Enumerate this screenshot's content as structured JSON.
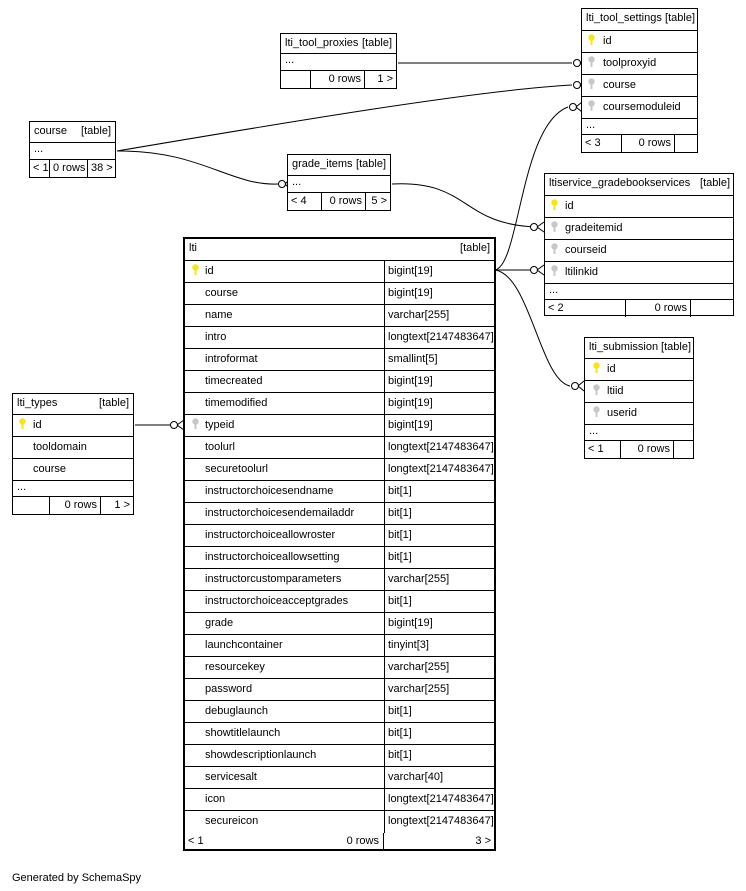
{
  "tables": {
    "lti_tool_proxies": {
      "name": "lti_tool_proxies",
      "type": "[table]",
      "ellipsis": "...",
      "footer": [
        "",
        "0 rows",
        "1 >"
      ]
    },
    "lti_tool_settings": {
      "name": "lti_tool_settings",
      "type": "[table]",
      "columns": [
        "id",
        "toolproxyid",
        "course",
        "coursemoduleid"
      ],
      "ellipsis": "...",
      "footer": [
        "< 3",
        "0 rows",
        ""
      ]
    },
    "course": {
      "name": "course",
      "type": "[table]",
      "ellipsis": "...",
      "footer": [
        "< 1",
        "0 rows",
        "38 >"
      ]
    },
    "grade_items": {
      "name": "grade_items",
      "type": "[table]",
      "ellipsis": "...",
      "footer": [
        "< 4",
        "0 rows",
        "5 >"
      ]
    },
    "ltiservice_gradebookservices": {
      "name": "ltiservice_gradebookservices",
      "type": "[table]",
      "columns": [
        "id",
        "gradeitemid",
        "courseid",
        "ltilinkid"
      ],
      "ellipsis": "...",
      "footer": [
        "< 2",
        "0 rows"
      ]
    },
    "lti_submission": {
      "name": "lti_submission",
      "type": "[table]",
      "columns": [
        "id",
        "ltiid",
        "userid"
      ],
      "ellipsis": "...",
      "footer": [
        "< 1",
        "0 rows",
        ""
      ]
    },
    "lti_types": {
      "name": "lti_types",
      "type": "[table]",
      "columns": [
        "id",
        "tooldomain",
        "course"
      ],
      "ellipsis": "...",
      "footer": [
        "",
        "0 rows",
        "1 >"
      ]
    },
    "lti": {
      "name": "lti",
      "type": "[table]",
      "columns": [
        {
          "name": "id",
          "type": "bigint[19]"
        },
        {
          "name": "course",
          "type": "bigint[19]"
        },
        {
          "name": "name",
          "type": "varchar[255]"
        },
        {
          "name": "intro",
          "type": "longtext[2147483647]"
        },
        {
          "name": "introformat",
          "type": "smallint[5]"
        },
        {
          "name": "timecreated",
          "type": "bigint[19]"
        },
        {
          "name": "timemodified",
          "type": "bigint[19]"
        },
        {
          "name": "typeid",
          "type": "bigint[19]"
        },
        {
          "name": "toolurl",
          "type": "longtext[2147483647]"
        },
        {
          "name": "securetoolurl",
          "type": "longtext[2147483647]"
        },
        {
          "name": "instructorchoicesendname",
          "type": "bit[1]"
        },
        {
          "name": "instructorchoicesendemailaddr",
          "type": "bit[1]"
        },
        {
          "name": "instructorchoiceallowroster",
          "type": "bit[1]"
        },
        {
          "name": "instructorchoiceallowsetting",
          "type": "bit[1]"
        },
        {
          "name": "instructorcustomparameters",
          "type": "varchar[255]"
        },
        {
          "name": "instructorchoiceacceptgrades",
          "type": "bit[1]"
        },
        {
          "name": "grade",
          "type": "bigint[19]"
        },
        {
          "name": "launchcontainer",
          "type": "tinyint[3]"
        },
        {
          "name": "resourcekey",
          "type": "varchar[255]"
        },
        {
          "name": "password",
          "type": "varchar[255]"
        },
        {
          "name": "debuglaunch",
          "type": "bit[1]"
        },
        {
          "name": "showtitlelaunch",
          "type": "bit[1]"
        },
        {
          "name": "showdescriptionlaunch",
          "type": "bit[1]"
        },
        {
          "name": "servicesalt",
          "type": "varchar[40]"
        },
        {
          "name": "icon",
          "type": "longtext[2147483647]"
        },
        {
          "name": "secureicon",
          "type": "longtext[2147483647]"
        }
      ],
      "footer": [
        "< 1",
        "0 rows",
        "3 >"
      ]
    }
  },
  "footer_text": "Generated by SchemaSpy",
  "colors": {
    "primary_key": "#f5e619",
    "foreign_key": "#c8c8c8",
    "line": "#000000"
  }
}
